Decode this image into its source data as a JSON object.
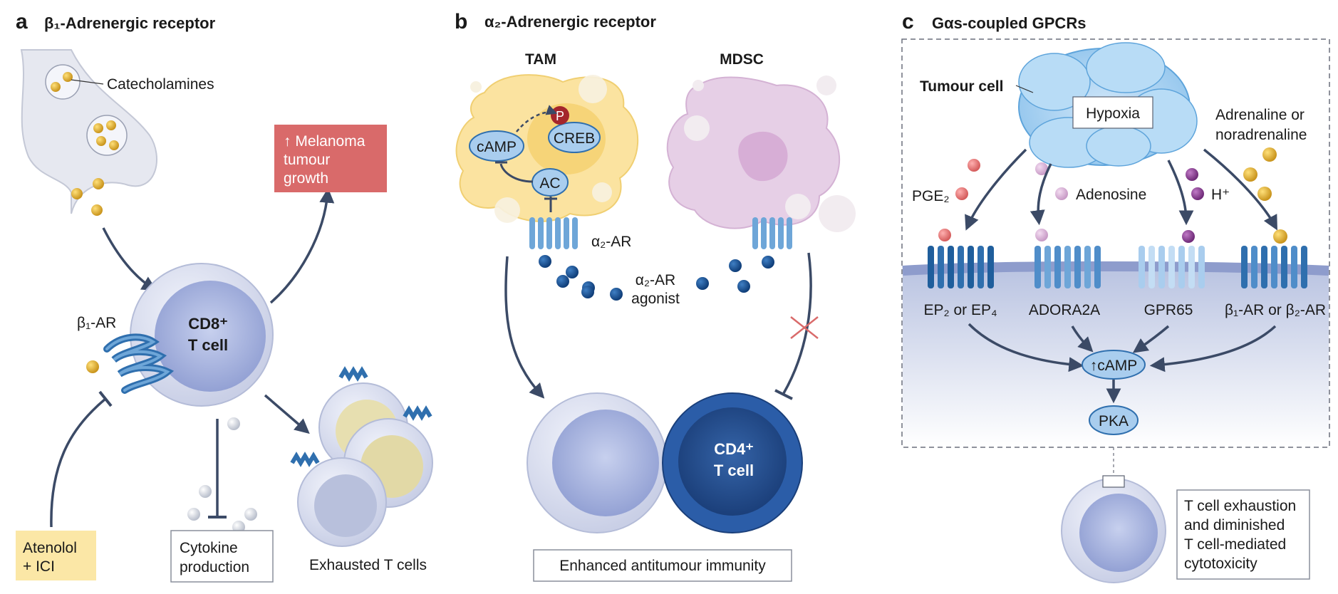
{
  "panel_a": {
    "letter": "a",
    "title": "β₁-Adrenergic receptor",
    "catecholamines": "Catecholamines",
    "receptor": "β₁-AR",
    "cell_line1": "CD8⁺",
    "cell_line2": "T cell",
    "outcome_line1": "↑ Melanoma",
    "outcome_line2": "tumour",
    "outcome_line3": "growth",
    "drug_line1": "Atenolol",
    "drug_line2": "+ ICI",
    "cytokine_line1": "Cytokine",
    "cytokine_line2": "production",
    "exhausted": "Exhausted T cells"
  },
  "panel_b": {
    "letter": "b",
    "title": "α₂-Adrenergic receptor",
    "tam": "TAM",
    "mdsc": "MDSC",
    "camp": "cAMP",
    "creb": "CREB",
    "p": "P",
    "ac": "AC",
    "receptor": "α₂-AR",
    "agonist_line1": "α₂-AR",
    "agonist_line2": "agonist",
    "cd4_line1": "CD4⁺",
    "cd4_line2": "T cell",
    "outcome": "Enhanced antitumour immunity"
  },
  "panel_c": {
    "letter": "c",
    "title": "Gαs-coupled GPCRs",
    "tumour_cell": "Tumour cell",
    "hypoxia": "Hypoxia",
    "adrenaline_line1": "Adrenaline or",
    "adrenaline_line2": "noradrenaline",
    "pge2": "PGE₂",
    "adenosine": "Adenosine",
    "hplus": "H⁺",
    "ep": "EP₂ or EP₄",
    "adora2a": "ADORA2A",
    "gpr65": "GPR65",
    "beta_ar": "β₁-AR or β₂-AR",
    "camp": "↑cAMP",
    "pka": "PKA",
    "outcome_line1": "T cell exhaustion",
    "outcome_line2": "and diminished",
    "outcome_line3": "T cell-mediated",
    "outcome_line4": "cytotoxicity"
  },
  "colors": {
    "tcell": "#9aa7d6",
    "tcell_dark": "#1f4e8c",
    "receptor_dark": "#2f6fae",
    "receptor_mid": "#6ea6d8",
    "receptor_light": "#a9cdee",
    "outcome_red": "#d96a6a",
    "drug_yellow": "#fbe7a6",
    "tam_yellow": "#fbe3a0",
    "mdsc_pink": "#e6cfe6"
  }
}
